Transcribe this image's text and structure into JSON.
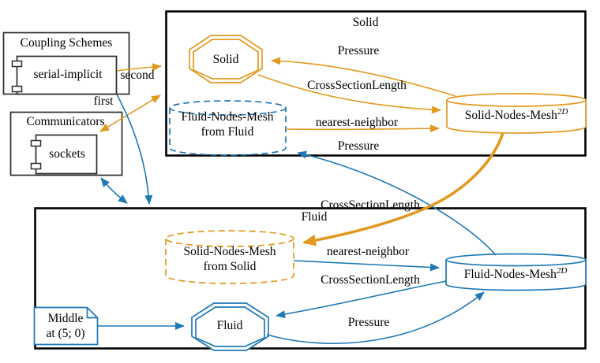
{
  "colors": {
    "solid_accent": "#E2991F",
    "fluid_accent": "#1F78B6",
    "frame": "#000000"
  },
  "legend_boxes": {
    "coupling_schemes": {
      "title": "Coupling Schemes",
      "item": "serial-implicit"
    },
    "communicators": {
      "title": "Communicators",
      "item": "sockets"
    }
  },
  "coupling_edges": {
    "first": "first",
    "second": "second"
  },
  "solid": {
    "title": "Solid",
    "solver": "Solid",
    "mesh_name": "Solid-Nodes-Mesh",
    "mesh_sup": "2D",
    "received_mesh_line1": "Fluid-Nodes-Mesh",
    "received_mesh_line2": "from Fluid",
    "labels": {
      "pressure_read": "Pressure",
      "cross_section_write": "CrossSectionLength",
      "mapping": "nearest-neighbor",
      "pressure_receive": "Pressure"
    }
  },
  "exchange": {
    "cross_section_mapping": "CrossSectionLength"
  },
  "fluid": {
    "title": "Fluid",
    "solver": "Fluid",
    "mesh_name": "Fluid-Nodes-Mesh",
    "mesh_sup": "2D",
    "received_mesh_line1": "Solid-Nodes-Mesh",
    "received_mesh_line2": "from Solid",
    "note_line1": "Middle",
    "note_line2": "at (5; 0)",
    "labels": {
      "mapping": "nearest-neighbor",
      "cross_section_read": "CrossSectionLength",
      "pressure_write": "Pressure"
    }
  }
}
